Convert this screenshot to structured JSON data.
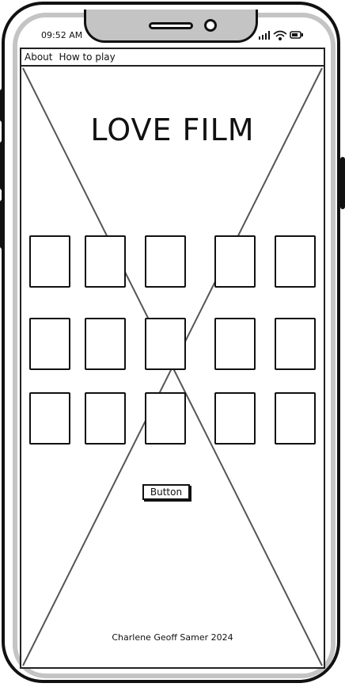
{
  "status_bar": {
    "time": "09:52 AM"
  },
  "nav": {
    "items": [
      "About",
      "How to play"
    ]
  },
  "main": {
    "title": "LOVE FILM",
    "button_label": "Button"
  },
  "grid": {
    "rows": 3,
    "columns": 5
  },
  "footer": {
    "text": "Charlene Geoff Samer 2024"
  },
  "icons": [
    "signal-icon",
    "wifi-icon",
    "battery-icon"
  ]
}
